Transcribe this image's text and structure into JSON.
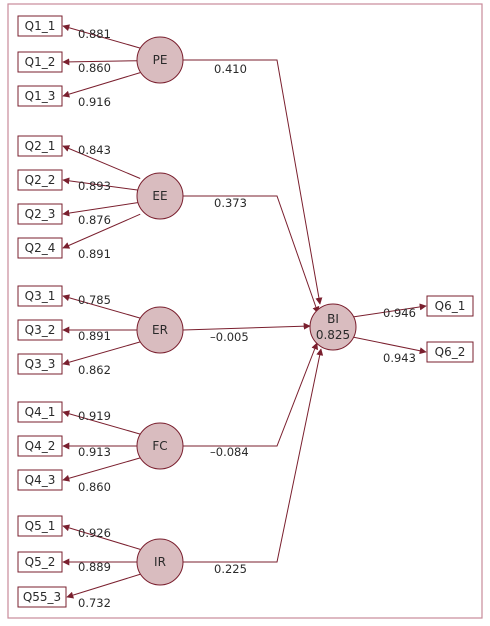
{
  "diagram": {
    "constructs": [
      {
        "name": "PE",
        "items": [
          {
            "label": "Q1_1",
            "loading": "0.881"
          },
          {
            "label": "Q1_2",
            "loading": "0.860"
          },
          {
            "label": "Q1_3",
            "loading": "0.916"
          }
        ],
        "path_coefficient": "0.410"
      },
      {
        "name": "EE",
        "items": [
          {
            "label": "Q2_1",
            "loading": "0.843"
          },
          {
            "label": "Q2_2",
            "loading": "0.893"
          },
          {
            "label": "Q2_3",
            "loading": "0.876"
          },
          {
            "label": "Q2_4",
            "loading": "0.891"
          }
        ],
        "path_coefficient": "0.373"
      },
      {
        "name": "ER",
        "items": [
          {
            "label": "Q3_1",
            "loading": "0.785"
          },
          {
            "label": "Q3_2",
            "loading": "0.891"
          },
          {
            "label": "Q3_3",
            "loading": "0.862"
          }
        ],
        "path_coefficient": "–0.005"
      },
      {
        "name": "FC",
        "items": [
          {
            "label": "Q4_1",
            "loading": "0.919"
          },
          {
            "label": "Q4_2",
            "loading": "0.913"
          },
          {
            "label": "Q4_3",
            "loading": "0.860"
          }
        ],
        "path_coefficient": "–0.084"
      },
      {
        "name": "IR",
        "items": [
          {
            "label": "Q5_1",
            "loading": "0.926"
          },
          {
            "label": "Q5_2",
            "loading": "0.889"
          },
          {
            "label": "Q55_3",
            "loading": "0.732"
          }
        ],
        "path_coefficient": "0.225"
      }
    ],
    "outcome": {
      "name": "BI",
      "r_squared": "0.825",
      "items": [
        {
          "label": "Q6_1",
          "loading": "0.946"
        },
        {
          "label": "Q6_2",
          "loading": "0.943"
        }
      ]
    }
  },
  "colors": {
    "node_fill": "#d9bcbf",
    "stroke": "#7a1f2e",
    "frame": "#c98a9a"
  }
}
